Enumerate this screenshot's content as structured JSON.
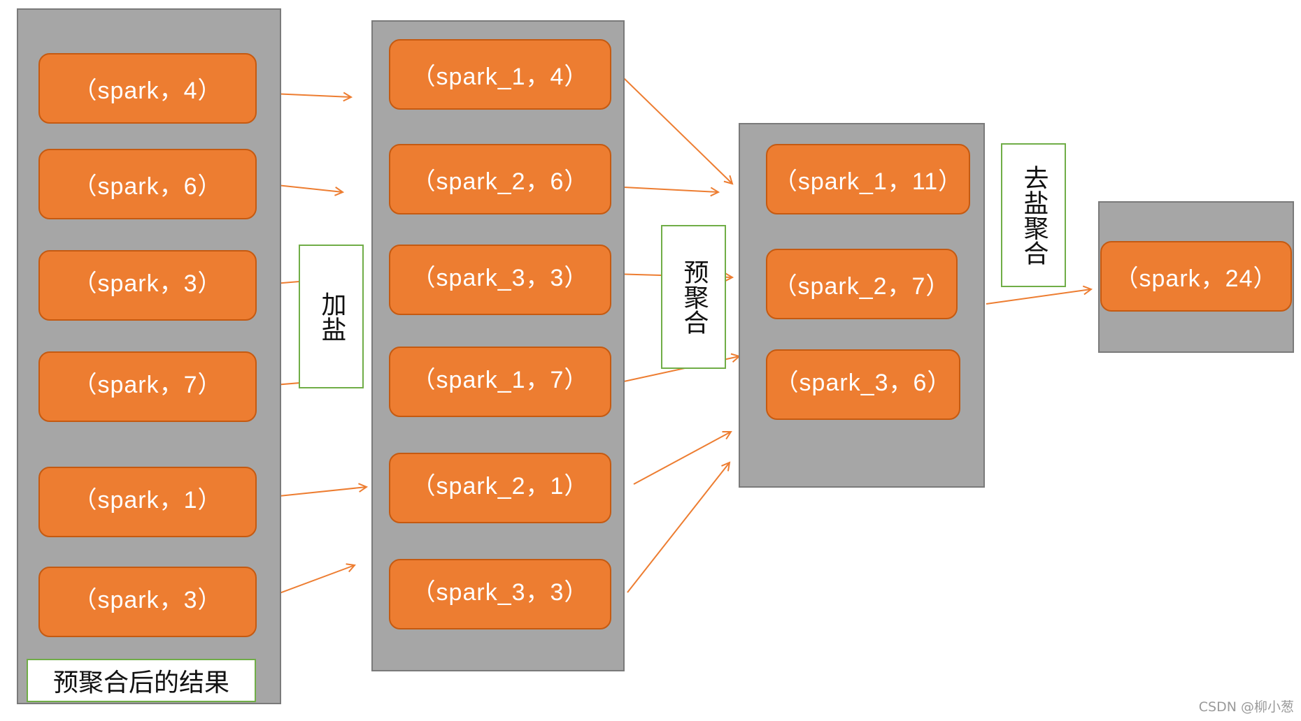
{
  "colors": {
    "column_fill": "#a6a6a6",
    "node_fill": "#ed7d31",
    "arrow": "#ed7d31",
    "label_border": "#70ad47"
  },
  "stage1": {
    "items": [
      "（spark，4）",
      "（spark，6）",
      "（spark，3）",
      "（spark，7）",
      "（spark，1）",
      "（spark，3）"
    ],
    "caption": "预聚合后的结果"
  },
  "salt_label": "加盐",
  "stage2": {
    "items": [
      "（spark_1，4）",
      "（spark_2，6）",
      "（spark_3，3）",
      "（spark_1，7）",
      "（spark_2，1）",
      "（spark_3，3）"
    ]
  },
  "pre_agg_label": "预聚合",
  "stage3": {
    "items": [
      "（spark_1，11）",
      "（spark_2，7）",
      "（spark_3，6）"
    ]
  },
  "desalt_label": "去盐聚合",
  "stage4": {
    "items": [
      "（spark，24）"
    ]
  },
  "watermark": "CSDN @柳小葱"
}
